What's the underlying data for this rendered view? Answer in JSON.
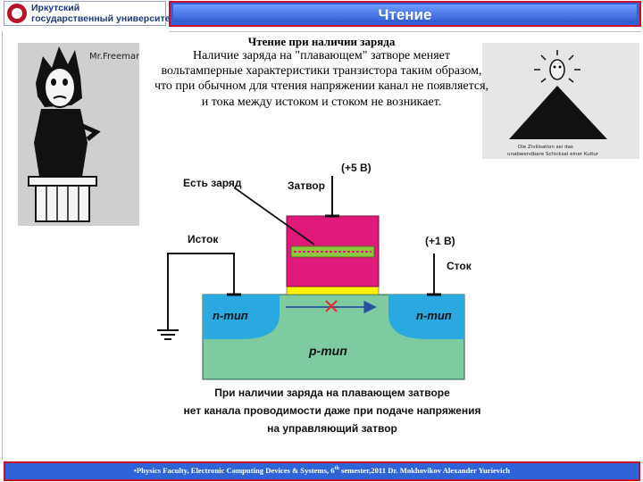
{
  "header": {
    "university_line1": "Иркутский",
    "university_line2": "государственный университет",
    "title": "Чтение"
  },
  "content": {
    "heading": "Чтение при наличии заряда",
    "paragraph": "Наличие заряда на \"плавающем\" затворе меняет вольтамперные характеристики транзистора таким образом, что при обычном для чтения напряжении канал не появляется, и тока между истоком и стоком не возникает."
  },
  "images": {
    "left_sketch_signature": "Mr.Freeman",
    "right_sketch_caption_line1": "Die Zivilisation sei das",
    "right_sketch_caption_line2": "unabwendbare Schicksal einer Kultur"
  },
  "diagram": {
    "charge_label": "Есть заряд",
    "gate_voltage": "(+5 В)",
    "gate_label": "Затвор",
    "source_label": "Исток",
    "drain_voltage": "(+1 В)",
    "drain_label": "Сток",
    "n_left": "n-тип",
    "n_right": "n-тип",
    "p_type": "p-тип",
    "caption_line1": "При наличии заряда на плавающем затворе",
    "caption_line2": "нет канала проводимости даже при подаче напряжения",
    "caption_line3": "на управляющий затвор",
    "colors": {
      "gate": "#e0197a",
      "floating_gate": "#8dc63f",
      "oxide": "#fff200",
      "substrate": "#7ecba1",
      "n_region": "#2aa9e0",
      "no_current_mark": "#e8262e",
      "arrow": "#2b4fa0"
    }
  },
  "footer": {
    "text_before_sup": "•Physics Faculty, Electronic Computing Devices & Systems, 6",
    "sup": "th",
    "text_after_sup": " semester,2011 Dr. Mokhovikov Alexander Yurievich"
  }
}
